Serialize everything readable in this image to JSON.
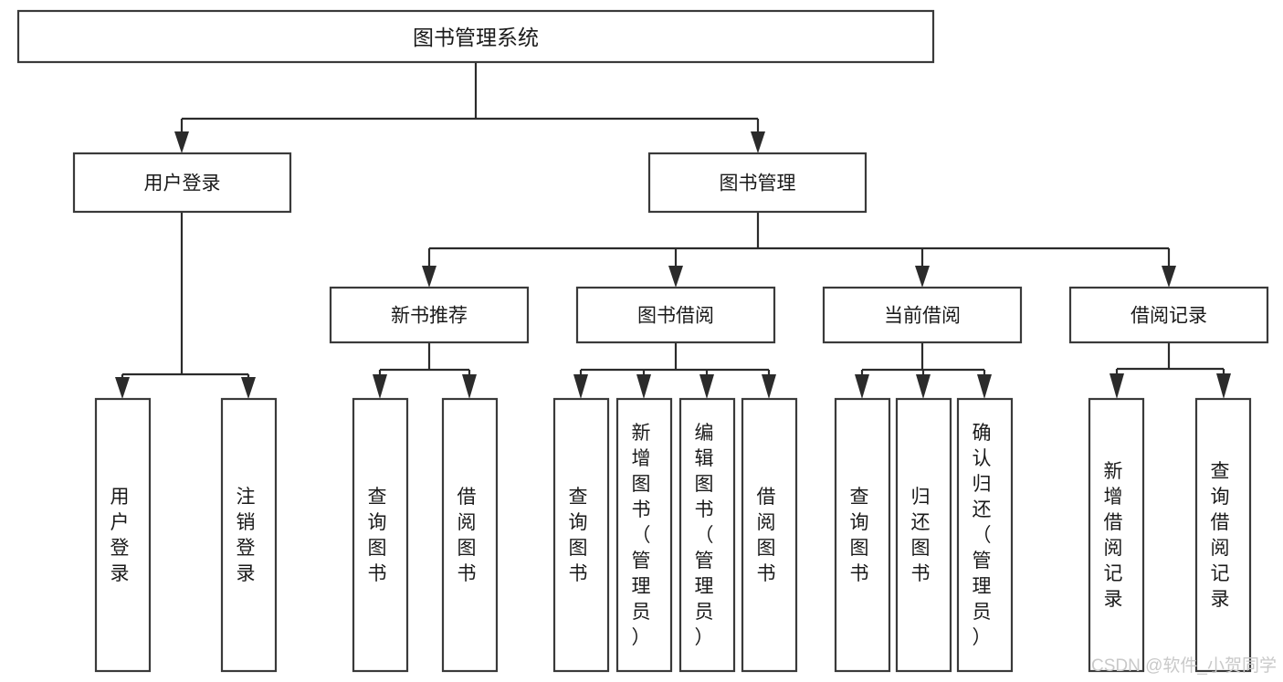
{
  "diagram": {
    "title": "图书管理系统",
    "type": "tree-hierarchy-chart",
    "levels": {
      "root": "图书管理系统",
      "level2": [
        "用户登录",
        "图书管理"
      ],
      "level3": [
        "新书推荐",
        "图书借阅",
        "当前借阅",
        "借阅记录"
      ]
    },
    "nodes": {
      "root": {
        "label": "图书管理系统"
      },
      "user_login": {
        "label": "用户登录"
      },
      "book_manage": {
        "label": "图书管理"
      },
      "new_book_rec": {
        "label": "新书推荐"
      },
      "book_borrow": {
        "label": "图书借阅"
      },
      "current_borrow": {
        "label": "当前借阅"
      },
      "borrow_record": {
        "label": "借阅记录"
      },
      "leaf_user_login": {
        "label": "用户登录"
      },
      "leaf_logout": {
        "label": "注销登录"
      },
      "leaf_query_book_1": {
        "label": "查询图书"
      },
      "leaf_borrow_book_1": {
        "label": "借阅图书"
      },
      "leaf_query_book_2": {
        "label": "查询图书"
      },
      "leaf_add_book": {
        "label": "新增图书（管理员）"
      },
      "leaf_edit_book": {
        "label": "编辑图书（管理员）"
      },
      "leaf_borrow_book_2": {
        "label": "借阅图书"
      },
      "leaf_query_book_3": {
        "label": "查询图书"
      },
      "leaf_return_book": {
        "label": "归还图书"
      },
      "leaf_confirm_return": {
        "label": "确认归还（管理员）"
      },
      "leaf_add_record": {
        "label": "新增借阅记录"
      },
      "leaf_query_record": {
        "label": "查询借阅记录"
      }
    },
    "watermark": "CSDN @软件_小贺同学",
    "colors": {
      "box_stroke": "#3a3a3a",
      "edge_stroke": "#2b2b2b",
      "box_fill": "#ffffff",
      "label_text": "#1a1a1a",
      "watermark": "#c9c9c9",
      "background": "#ffffff"
    }
  }
}
